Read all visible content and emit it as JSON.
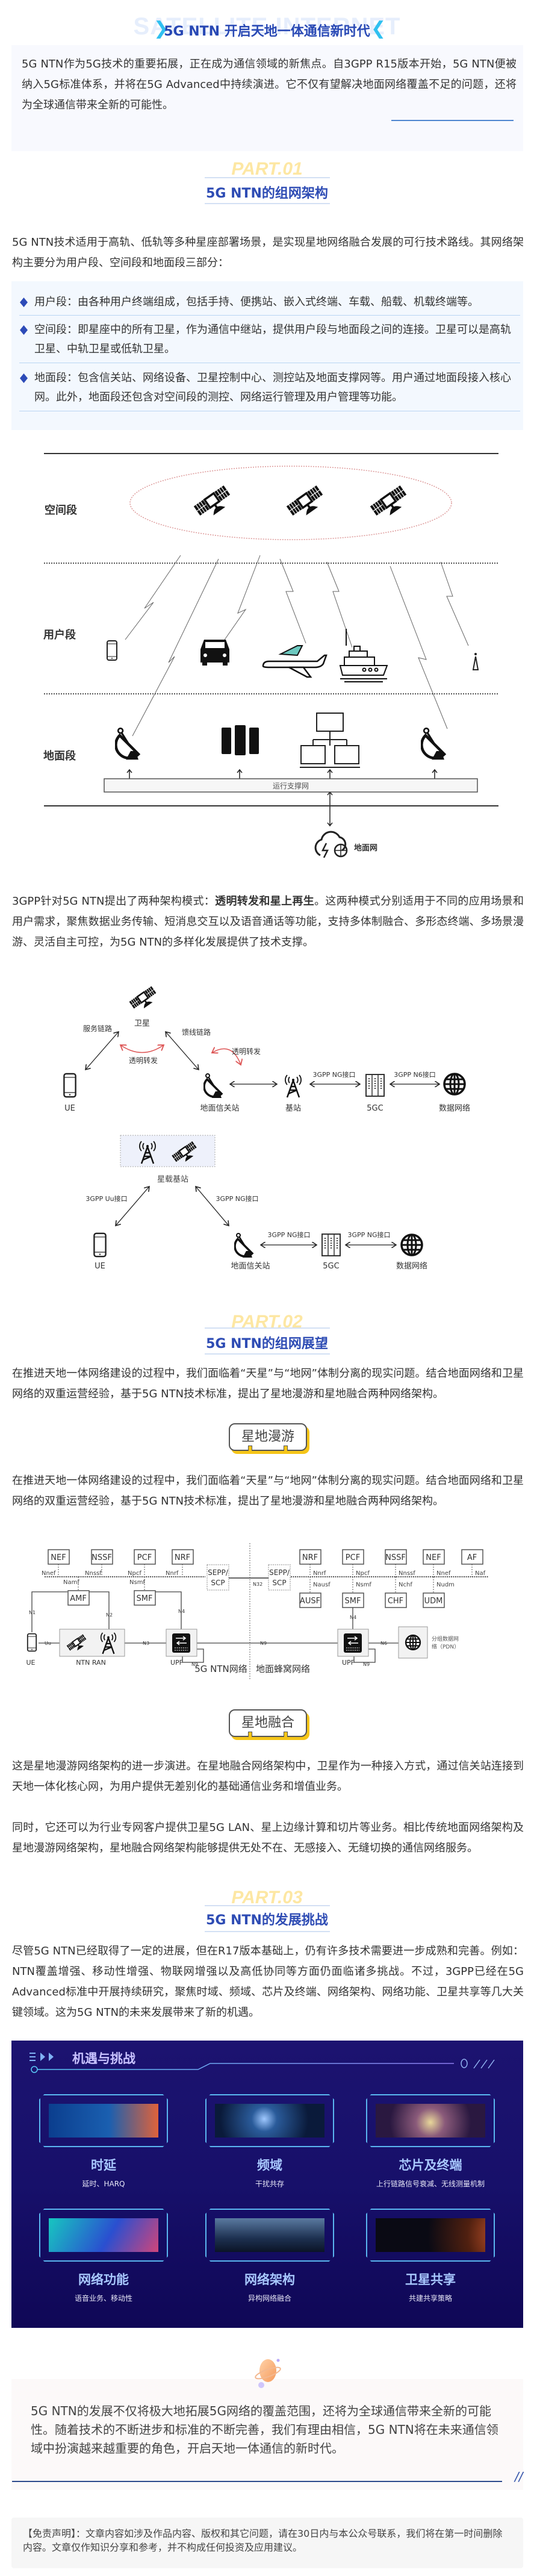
{
  "header": {
    "watermark": "SATELLITE INTERNET",
    "title": "5G NTN 开启天地一体通信新时代"
  },
  "intro": "5G NTN作为5G技术的重要拓展，正在成为通信领域的新焦点。自3GPP R15版本开始，5G NTN便被纳入5G标准体系，并将在5G Advanced中持续演进。它不仅有望解决地面网络覆盖不足的问题，还将为全球通信带来全新的可能性。",
  "part1": {
    "part": "PART.01",
    "title": "5G NTN的组网架构",
    "paragraph": "5G NTN技术适用于高轨、低轨等多种星座部署场景，是实现星地网络融合发展的可行技术路线。其网络架构主要分为用户段、空间段和地面段三部分：",
    "bullets": [
      "用户段：由各种用户终端组成，包括手持、便携站、嵌入式终端、车载、船载、机载终端等。",
      "空间段：即星座中的所有卫星，作为通信中继站，提供用户段与地面段之间的连接。卫星可以是高轨卫星、中轨卫星或低轨卫星。",
      "地面段：包含信关站、网络设备、卫星控制中心、测控站及地面支撑网等。用户通过地面段接入核心网。此外，地面段还包含对空间段的测控、网络运行管理及用户管理等功能。"
    ],
    "arch_diagram": {
      "space": "空间段",
      "user": "用户段",
      "ground": "地面段",
      "support_net": "运行支撑网",
      "ground_net": "地面网"
    },
    "paragraph2": {
      "pre": "3GPP针对5G NTN提出了两种架构模式：",
      "bold": "透明转发和星上再生",
      "post": "。这两种模式分别适用于不同的应用场景和用户需求，聚焦数据业务传输、短消息交互以及语音通话等功能，支持多体制融合、多形态终端、多场景漫游、灵活自主可控，为5G NTN的多样化发展提供了技术支撑。"
    },
    "transparent_diagram": {
      "satellite": "卫星",
      "service_link": "服务链路",
      "feeder_link": "馈线链路",
      "transparent1": "透明转发",
      "transparent2": "透明转发",
      "ue": "UE",
      "gateway": "地面信关站",
      "base_station": "基站",
      "core": "5GC",
      "data_network": "数据网络",
      "ng_if": "3GPP NG接口",
      "n6_if": "3GPP N6接口"
    },
    "regen_diagram": {
      "onboard_bs": "星载基站",
      "uu_if": "3GPP Uu接口",
      "ng_if1": "3GPP NG接口",
      "ue": "UE",
      "gateway": "地面信关站",
      "core": "5GC",
      "data_network": "数据网络",
      "ng_if2": "3GPP NG接口",
      "ng_if3": "3GPP NG接口"
    }
  },
  "part2": {
    "part": "PART.02",
    "title": "5G NTN的组网展望",
    "paragraph1": "在推进天地一体网络建设的过程中，我们面临着“天星”与“地网”体制分离的现实问题。结合地面网络和卫星网络的双重运营经验，基于5G NTN技术标准，提出了星地漫游和星地融合两种网络架构。",
    "tag1": "星地漫游",
    "paragraph2": "在推进天地一体网络建设的过程中，我们面临着“天星”与“地网”体制分离的现实问题。结合地面网络和卫星网络的双重运营经验，基于5G NTN技术标准，提出了星地漫游和星地融合两种网络架构。",
    "roaming_diagram": {
      "left_nfs": [
        "NEF",
        "NSSF",
        "PCF",
        "NRF"
      ],
      "left_ifs": [
        "Nnef",
        "Nnssf",
        "Npcf",
        "Nnrf"
      ],
      "left_lower_ifs": [
        "Namf",
        "Nsmf"
      ],
      "left_lower_nfs": [
        "AMF",
        "SMF"
      ],
      "right_nfs": [
        "NRF",
        "PCF",
        "NSSF",
        "NEF",
        "AF"
      ],
      "right_ifs": [
        "Nnrf",
        "Npcf",
        "Nnssf",
        "Nnef",
        "Naf"
      ],
      "right_lower_ifs": [
        "Nausf",
        "Nsmf",
        "Nchf",
        "Nudm"
      ],
      "right_lower_nfs": [
        "AUSF",
        "SMF",
        "CHF",
        "UDM"
      ],
      "sepp": [
        "SEPP/",
        "SCP"
      ],
      "n32": "N32",
      "links": {
        "n1": "N1",
        "n2": "N2",
        "n3": "N3",
        "n4": "N4",
        "n4r": "N4",
        "n6": "N6",
        "n9": "N9",
        "n9a": "N9",
        "n9b": "N9",
        "uu": "Uu"
      },
      "ue": "UE",
      "ran": "NTN RAN",
      "upf": "UPF",
      "upf_r": "UPF",
      "pdn": [
        "分组数据网",
        "络（PDN）"
      ],
      "ntn_net": "5G NTN网络",
      "cell_net": "地面蜂窝网络"
    },
    "tag2": "星地融合",
    "paragraph3": "这是星地漫游网络架构的进一步演进。在星地融合网络架构中，卫星作为一种接入方式，通过信关站连接到天地一体化核心网，为用户提供无差别化的基础通信业务和增值业务。",
    "paragraph4": "同时，它还可以为行业专网客户提供卫星5G LAN、星上边缘计算和切片等业务。相比传统地面网络架构及星地漫游网络架构，星地融合网络架构能够提供无处不在、无感接入、无缝切换的通信网络服务。"
  },
  "part3": {
    "part": "PART.03",
    "title": "5G NTN的发展挑战",
    "paragraph": "尽管5G NTN已经取得了一定的进展，但在R17版本基础上，仍有许多技术需要进一步成熟和完善。例如：NTN覆盖增强、移动性增强、物联网增强以及高低协同等方面仍面临诸多挑战。不过，3GPP已经在5G Advanced标准中开展持续研究，聚焦时域、频域、芯片及终端、网络架构、网络功能、卫星共享等几大关键领域。这为5G NTN的未来发展带来了新的机遇。",
    "grid": {
      "title": "机遇与挑战",
      "cards": [
        {
          "title": "时延",
          "sub": "延时、HARQ"
        },
        {
          "title": "频域",
          "sub": "干扰共存"
        },
        {
          "title": "芯片及终端",
          "sub": "上行链路信号衰减、无线测量机制"
        },
        {
          "title": "网络功能",
          "sub": "语音业务、移动性"
        },
        {
          "title": "网络架构",
          "sub": "异构网络融合"
        },
        {
          "title": "卫星共享",
          "sub": "共建共享策略"
        }
      ]
    }
  },
  "conclusion": "5G NTN的发展不仅将极大地拓展5G网络的覆盖范围，还将为全球通信带来全新的可能性。随着技术的不断进步和标准的不断完善，我们有理由相信，5G NTN将在未来通信领域中扮演越来越重要的角色，开启天地一体通信的新时代。",
  "disclaimer": "【免责声明】：文章内容如涉及作品内容、版权和其它问题，请在30日内与本公众号联系，我们将在第一时间删除内容。文章仅作知识分享和参考，并不构成任何投资及应用建议。",
  "colors": {
    "title": "#2e4cb4",
    "part": "#fde7a3",
    "accent": "#f5c518",
    "grid_bg": "#17106a"
  }
}
